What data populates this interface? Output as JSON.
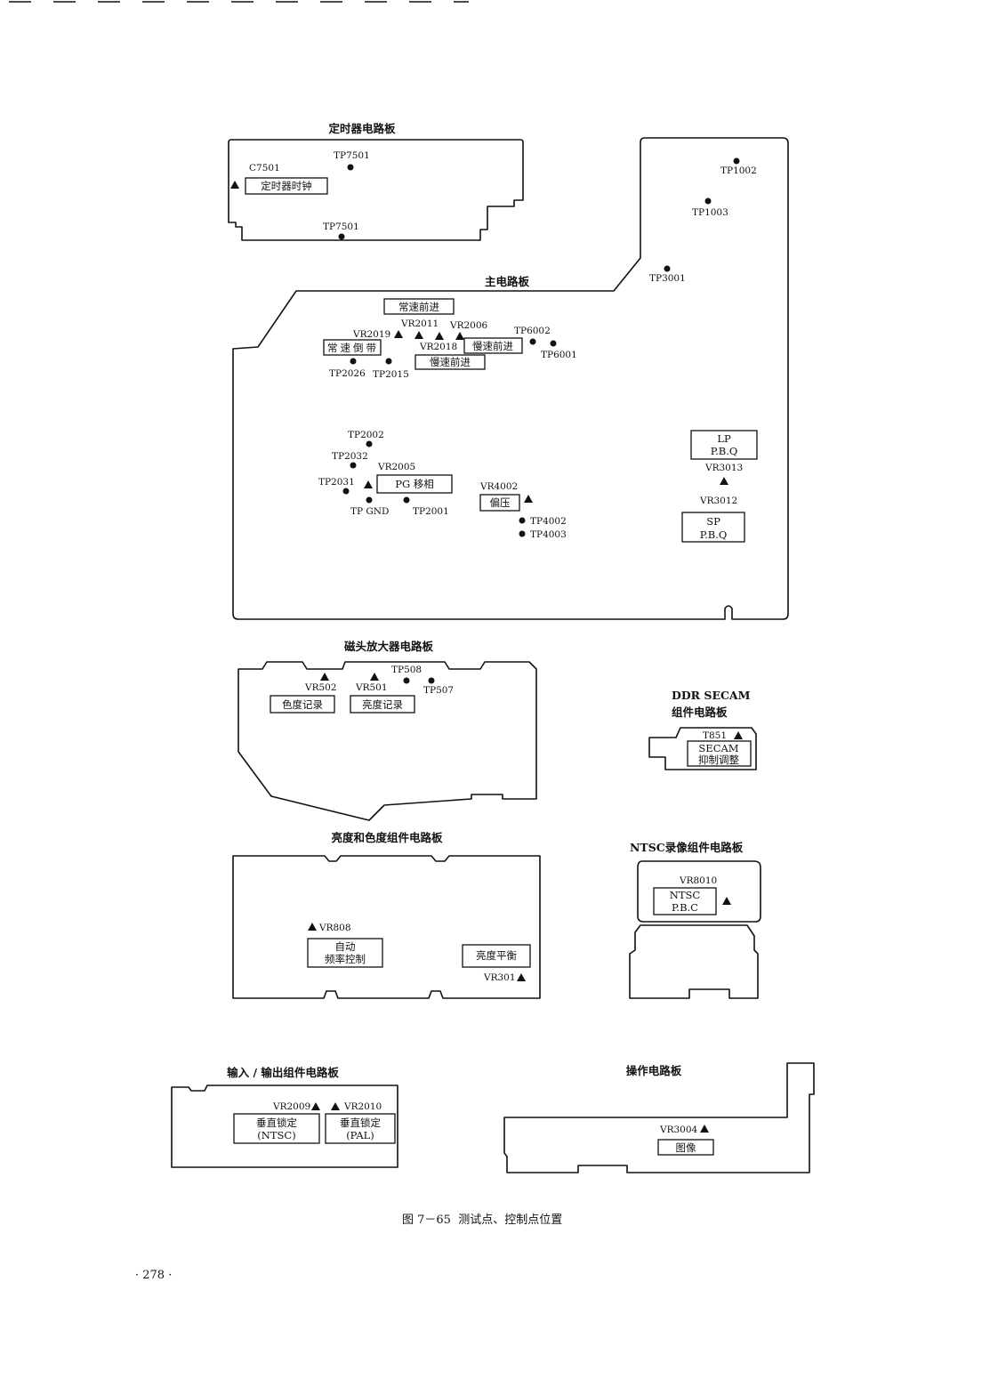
{
  "timer_board": {
    "title": "定时器电路板",
    "c7501": "C7501",
    "tp7501_top": "TP7501",
    "tp7501_bottom": "TP7501",
    "clock_box": "定时器时钟"
  },
  "main_board": {
    "title": "主电路板",
    "tp1002": "TP1002",
    "tp1003": "TP1003",
    "tp3001": "TP3001",
    "normal_forward_box": "常速前进",
    "vr2011": "VR2011",
    "vr2006": "VR2006",
    "tp6002": "TP6002",
    "vr2019": "VR2019",
    "vr2018": "VR2018",
    "normal_rewind_box": "常速倒带",
    "slow_forward_box_right": "慢速前进",
    "tp6001": "TP6001",
    "slow_forward_box_lower": "慢速前进",
    "tp2026": "TP2026",
    "tp2015": "TP2015",
    "tp2002": "TP2002",
    "tp2032": "TP2032",
    "vr2005": "VR2005",
    "tp2031": "TP2031",
    "pg_phase_box": "PG 移相",
    "tp_gnd": "TP GND",
    "tp2001": "TP2001",
    "vr4002": "VR4002",
    "bias_box": "偏压",
    "tp4002": "TP4002",
    "tp4003": "TP4003",
    "lp_box": [
      "LP",
      "P.B.Q"
    ],
    "vr3013": "VR3013",
    "vr3012": "VR3012",
    "sp_box": [
      "SP",
      "P.B.Q"
    ]
  },
  "head_amp_board": {
    "title": "磁头放大器电路板",
    "tp508": "TP508",
    "vr502": "VR502",
    "vr501": "VR501",
    "tp507": "TP507",
    "chroma_rec_box": "色度记录",
    "luma_rec_box": "亮度记录"
  },
  "ddr_secam_board": {
    "title_line1": "DDR SECAM",
    "title_line2": "组件电路板",
    "t851": "T851",
    "secam_box": [
      "SECAM",
      "抑制调整"
    ]
  },
  "luma_chroma_board": {
    "title": "亮度和色度组件电路板",
    "vr808": "VR808",
    "afc_box": [
      "自动",
      "频率控制"
    ],
    "luma_balance_box": "亮度平衡",
    "vr301": "VR301"
  },
  "ntsc_rec_board": {
    "title": "NTSC录像组件电路板",
    "vr8010": "VR8010",
    "ntsc_box": [
      "NTSC",
      "P.B.C"
    ]
  },
  "io_board": {
    "title": "输入 / 输出组件电路板",
    "vr2009": "VR2009",
    "vr2010": "VR2010",
    "vlock_ntsc_box": [
      "垂直锁定",
      "(NTSC)"
    ],
    "vlock_pal_box": [
      "垂直锁定",
      "(PAL)"
    ]
  },
  "operation_board": {
    "title": "操作电路板",
    "vr3004": "VR3004",
    "picture_box": "图像"
  },
  "caption": "图 7－65  测试点、控制点位置",
  "page_number": "· 278 ·"
}
